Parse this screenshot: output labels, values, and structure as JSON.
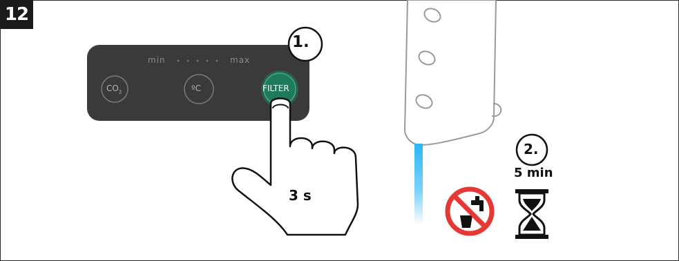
{
  "step_number": "12",
  "panel": {
    "min_label": "min",
    "max_label": "max",
    "buttons": [
      {
        "label": "CO",
        "subscript": "2",
        "icon": "co2-button"
      },
      {
        "label": "ºC",
        "icon": "temperature-button"
      },
      {
        "label": "FILTER",
        "icon": "filter-button"
      }
    ],
    "panel_color": "#3a3a3a",
    "active_color": "#1f7a5a"
  },
  "instructions": {
    "step1_label": "1.",
    "press_duration": "3 s",
    "step2_label": "2.",
    "wait_duration": "5 min"
  },
  "icons": {
    "hand": "pointing-hand-icon",
    "no_drinking": "no-drinking-water-icon",
    "hourglass": "hourglass-icon",
    "faucet": "faucet-icon"
  },
  "colors": {
    "water_stream": "#4fc3f7",
    "prohibition": "#e53935"
  }
}
